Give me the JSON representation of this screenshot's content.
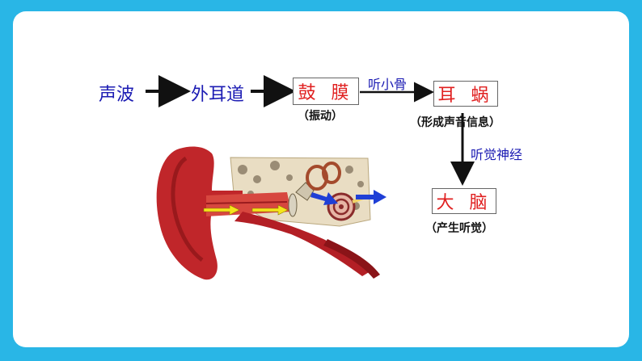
{
  "flow": {
    "node_sound_wave": "声波",
    "node_ear_canal": "外耳道",
    "node_eardrum": "鼓 膜",
    "note_eardrum": "（振动）",
    "label_ossicles": "听小骨",
    "node_cochlea": "耳 蜗",
    "note_cochlea": "（形成声音信息）",
    "label_nerve": "听觉神经",
    "node_brain": "大 脑",
    "note_brain": "（产生听觉）"
  },
  "colors": {
    "frame": "#29b6e6",
    "flow_text": "#1b1bb3",
    "box_text": "#e02020",
    "ear_red": "#c0262a",
    "yellow_arrow": "#f5e51b",
    "blue_arrow": "#1f3fd6"
  },
  "illustration": "ear-cross-section"
}
